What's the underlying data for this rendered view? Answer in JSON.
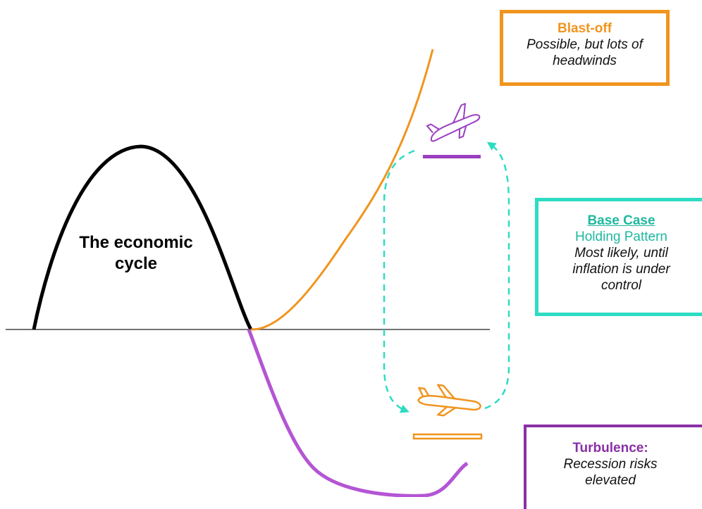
{
  "diagram": {
    "cycle_label": "The economic cycle",
    "colors": {
      "cycle": "#000000",
      "blast": "#f0951f",
      "base": "#2ddcc3",
      "turbulence": "#b455d4",
      "turbulence_box": "#8a2fa6",
      "axis": "#444444"
    }
  },
  "boxes": {
    "blast_off": {
      "title": "Blast-off",
      "description": "Possible, but lots of headwinds"
    },
    "base_case": {
      "title": "Base Case",
      "subtitle": "Holding Pattern",
      "description": "Most likely, until inflation is under control"
    },
    "turbulence": {
      "title": "Turbulence:",
      "description": "Recession risks elevated"
    }
  },
  "icons": {
    "top_plane": "airplane-landing-icon",
    "bottom_plane": "airplane-takeoff-icon"
  }
}
